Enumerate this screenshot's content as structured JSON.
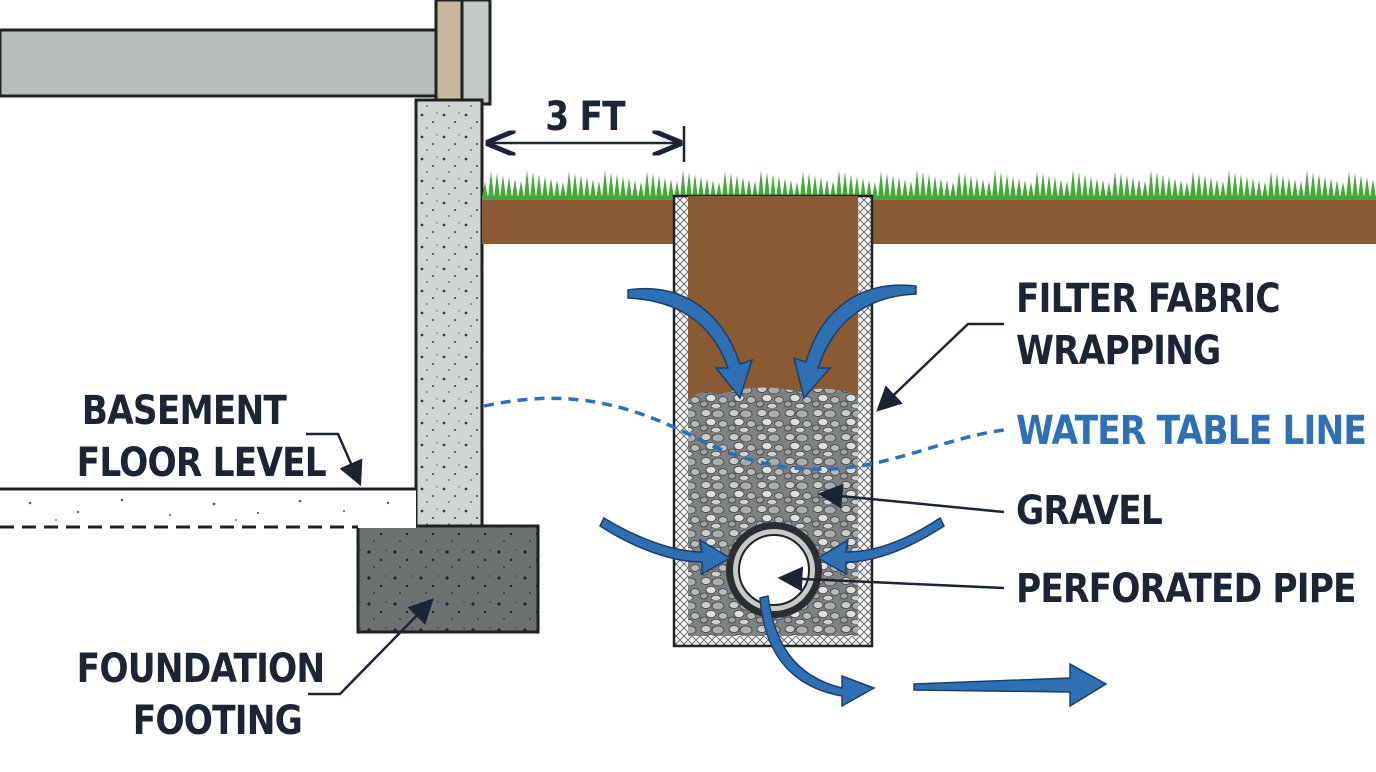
{
  "dimension": {
    "label": "3 FT"
  },
  "labels": {
    "basement_floor": [
      "BASEMENT",
      "FLOOR LEVEL"
    ],
    "foundation_footing": [
      "FOUNDATION",
      "FOOTING"
    ],
    "filter_fabric": [
      "FILTER FABRIC",
      "WRAPPING"
    ],
    "water_table": "WATER TABLE LINE",
    "gravel": "GRAVEL",
    "perforated_pipe": "PERFORATED PIPE"
  },
  "colors": {
    "text": "#1c2533",
    "accent_blue": "#2f6fb3",
    "grass": "#46a83a",
    "soil": "#8a5a33",
    "concrete": "#cfd2d2",
    "footing": "#6d7071",
    "gravel": "#9a9c9d",
    "beam": "#b9bcbc"
  },
  "icons": [
    "flow-arrow-icon",
    "pipe-icon",
    "dimension-arrow-icon"
  ]
}
